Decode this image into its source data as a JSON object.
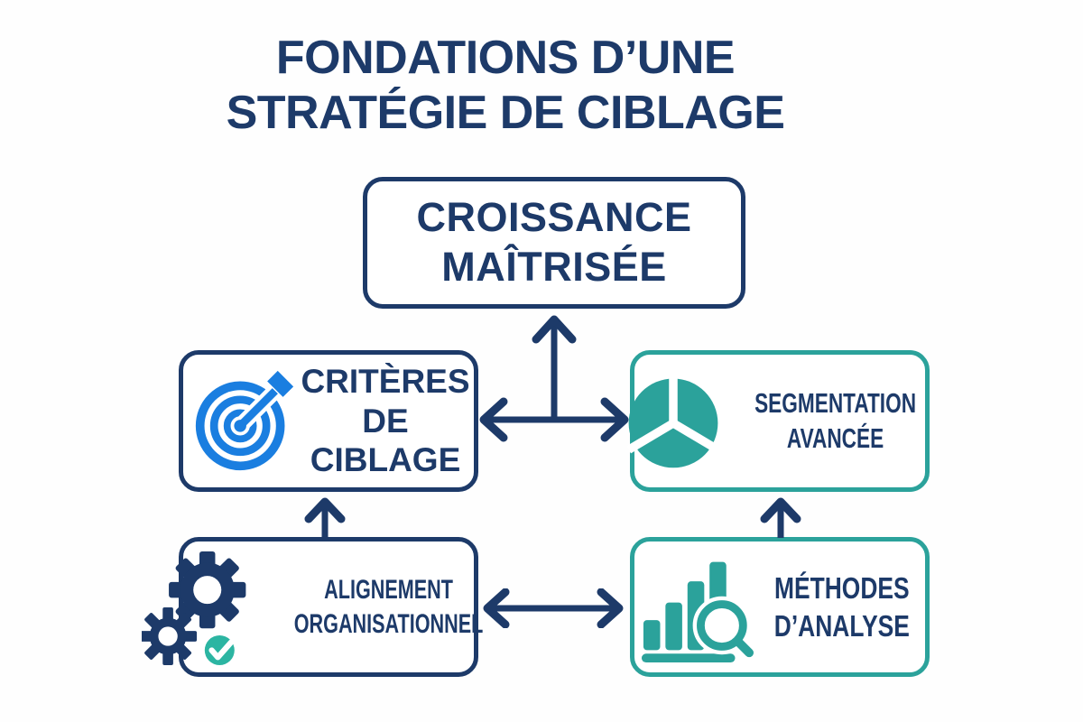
{
  "title": {
    "text": "FONDATIONS D’UNE\nSTRATÉGIE DE CIBLAGE"
  },
  "boxes": {
    "croissance": {
      "label": "CROISSANCE\nMAÎTRISÉE"
    },
    "criteres": {
      "label": "CRITÈRES\nDE\nCIBLAGE",
      "icon": "target-icon"
    },
    "segmentation": {
      "label": "SEGMENTATION\nAVANCÉE",
      "icon": "pie-chart-icon"
    },
    "alignement": {
      "label": "ALIGNEMENT\nORGANISATIONNEL",
      "icon": "gears-check-icon"
    },
    "methodes": {
      "label": "MÉTHODES\nD’ANALYSE",
      "icon": "bar-chart-magnifier-icon"
    }
  },
  "connectors": [
    "center-up-arrow-to-croissance",
    "horizontal-double-arrow-middle-row",
    "up-arrow-alignement-to-criteres",
    "up-arrow-methodes-to-segmentation",
    "horizontal-double-arrow-bottom-row"
  ],
  "colors": {
    "navy": "#1d3a69",
    "blue": "#1a7ee0",
    "teal": "#2ba29b",
    "teal_check": "#2cb5a2",
    "background": "#fefefe"
  }
}
